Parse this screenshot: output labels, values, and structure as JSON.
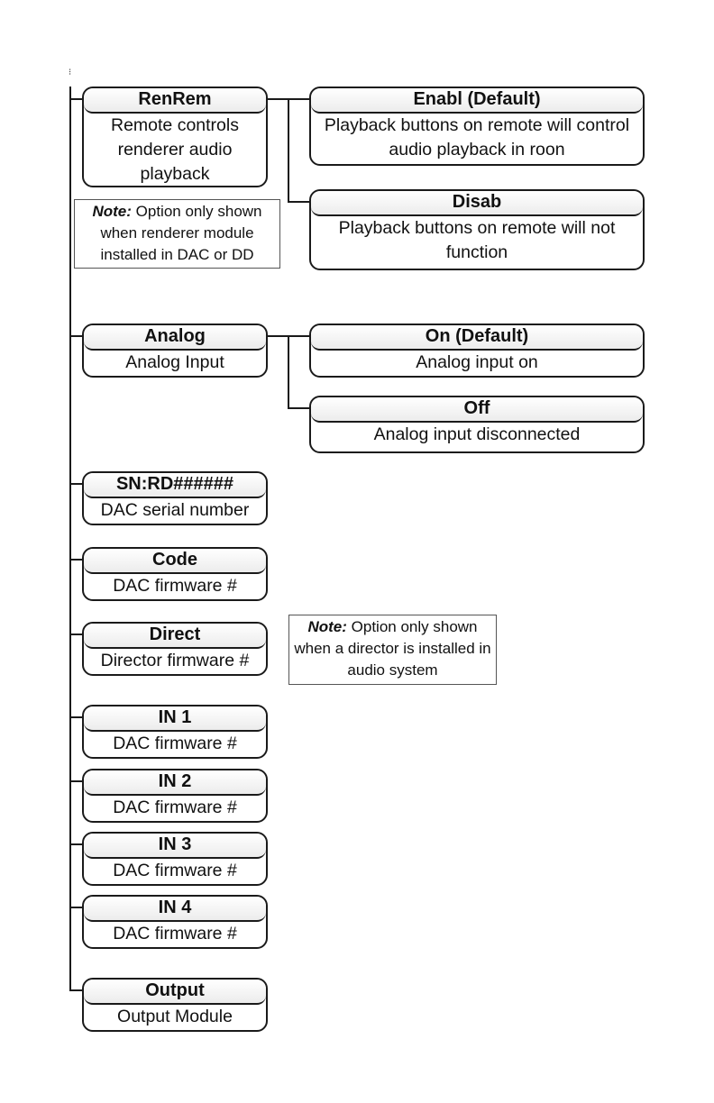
{
  "left_nodes": [
    {
      "title": "RenRem",
      "description": "Remote controls renderer audio playback"
    },
    {
      "title": "Analog",
      "description": "Analog Input"
    },
    {
      "title": "SN:RD######",
      "description": "DAC serial number"
    },
    {
      "title": "Code",
      "description": "DAC firmware #"
    },
    {
      "title": "Direct",
      "description": "Director firmware #"
    },
    {
      "title": "IN 1",
      "description": "DAC firmware #"
    },
    {
      "title": "IN 2",
      "description": "DAC firmware #"
    },
    {
      "title": "IN 3",
      "description": "DAC firmware #"
    },
    {
      "title": "IN 4",
      "description": "DAC firmware #"
    },
    {
      "title": "Output",
      "description": "Output Module"
    }
  ],
  "right_nodes": [
    {
      "title": "Enabl (Default)",
      "description": "Playback buttons on remote will control audio playback in roon"
    },
    {
      "title": "Disab",
      "description": "Playback buttons on remote will not function"
    },
    {
      "title": "On (Default)",
      "description": "Analog input on"
    },
    {
      "title": "Off",
      "description": "Analog input disconnected"
    }
  ],
  "notes": [
    {
      "label": "Note:",
      "text": "Option only shown when renderer module installed in DAC or DD"
    },
    {
      "label": "Note:",
      "text": "Option only shown when a director is installed in audio system"
    }
  ],
  "colors": {
    "line": "#1a1a1a",
    "header_fill": "#ececec"
  }
}
